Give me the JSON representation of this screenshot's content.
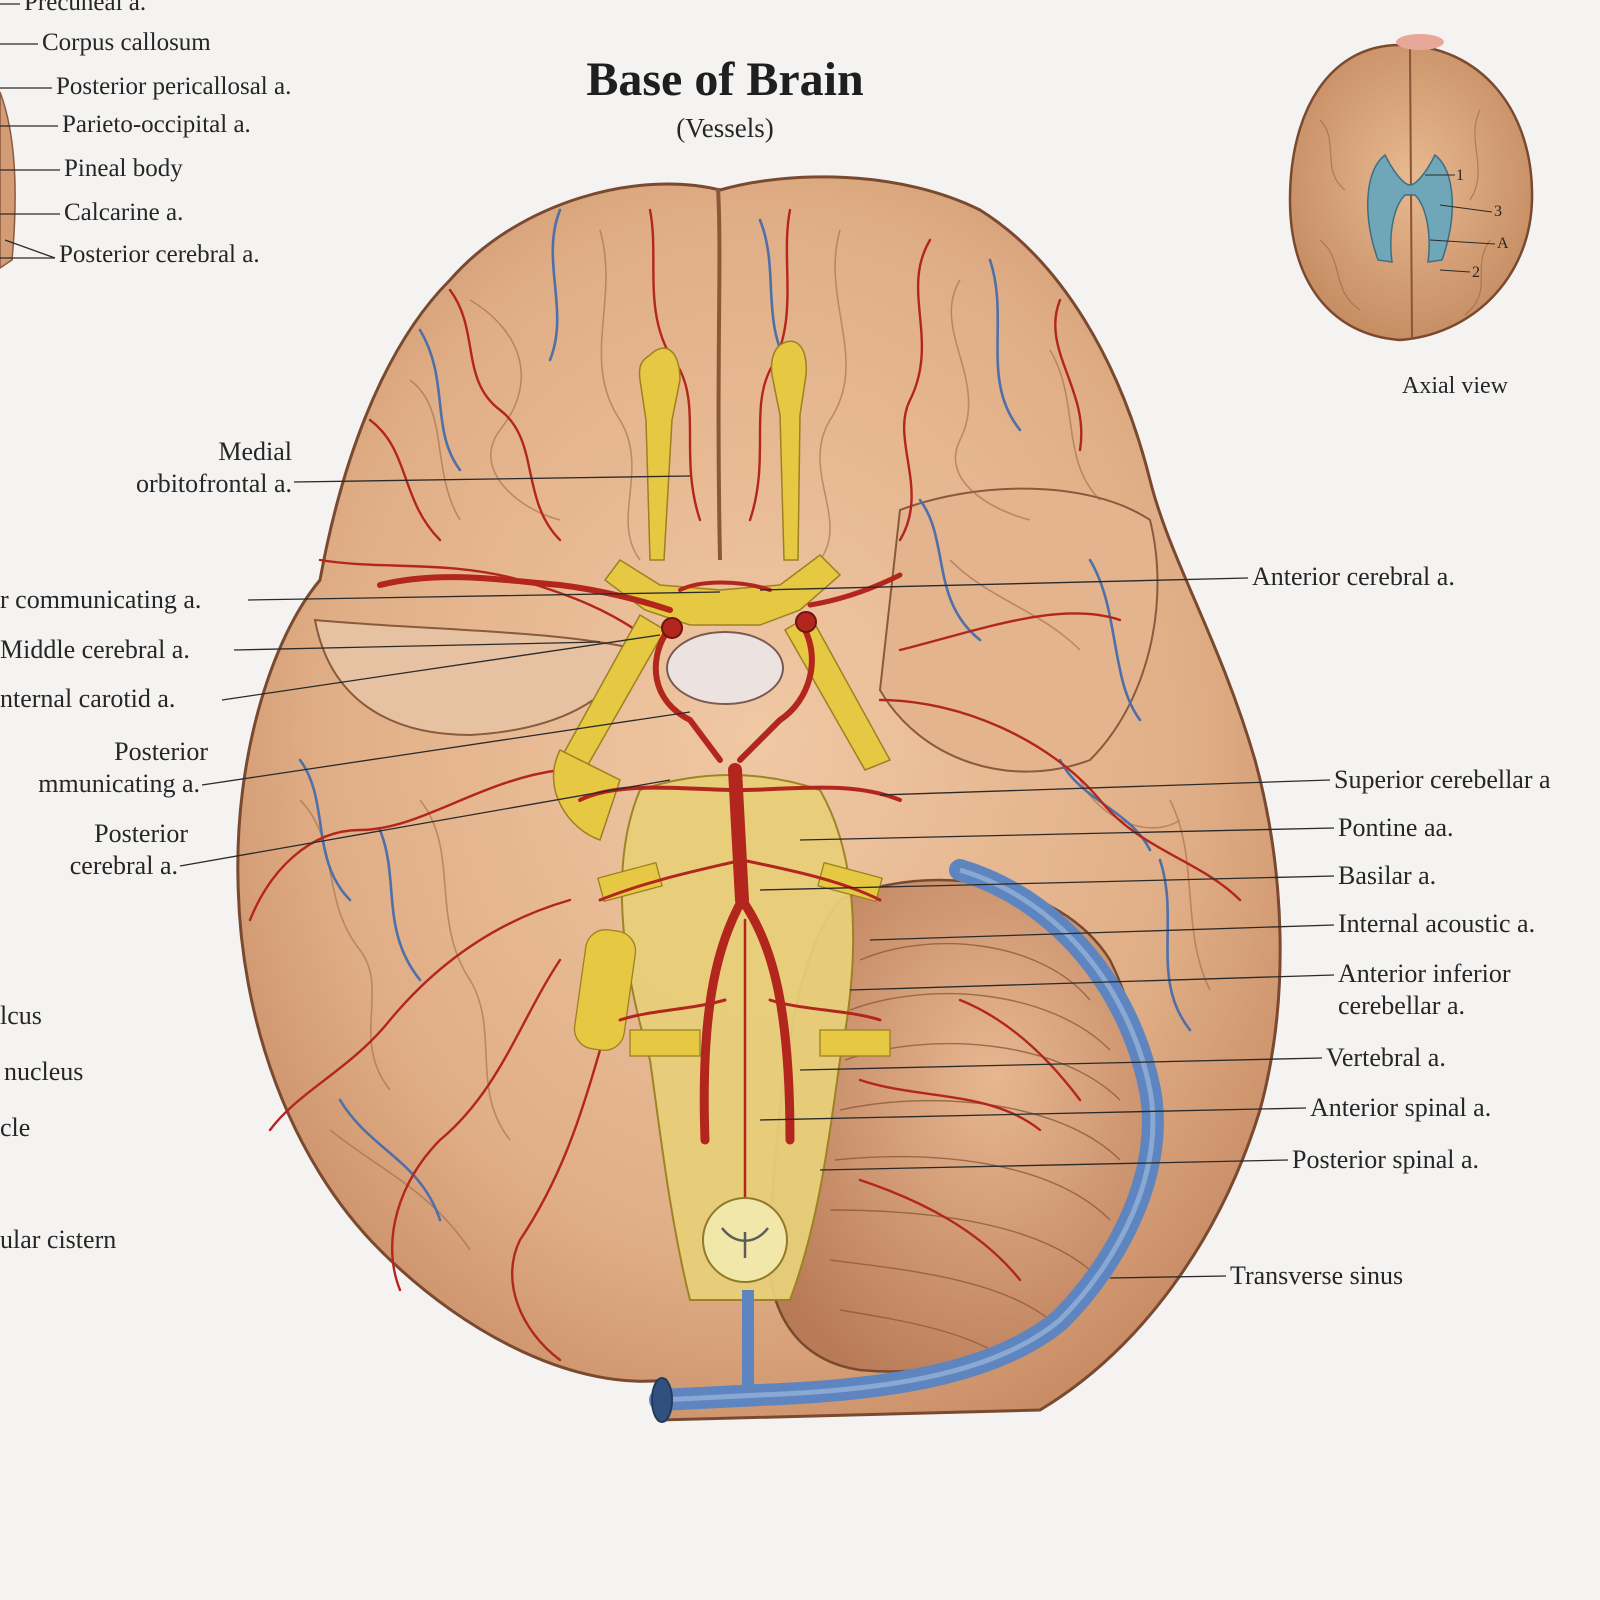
{
  "poster": {
    "title": "Base of Brain",
    "subtitle": "(Vessels)",
    "inset_caption": "Axial view",
    "inset_numbers": [
      "1",
      "3",
      "A",
      "2"
    ]
  },
  "labels_left_top": [
    "Precuneal a.",
    "Corpus callosum",
    "Posterior pericallosal a.",
    "Parieto-occipital a.",
    "Pineal body",
    "Calcarine a.",
    "Posterior cerebral a."
  ],
  "labels_left": [
    [
      "Medial",
      "orbitofrontal a."
    ],
    [
      "r communicating a."
    ],
    [
      "Middle cerebral a."
    ],
    [
      "nternal carotid a."
    ],
    [
      "Posterior",
      "mmunicating a."
    ],
    [
      "Posterior",
      "cerebral a."
    ]
  ],
  "labels_left_cut": [
    "lcus",
    "nucleus",
    "cle",
    "ular cistern"
  ],
  "labels_right": [
    [
      "Anterior cerebral a."
    ],
    [
      "Superior cerebellar a"
    ],
    [
      "Pontine aa."
    ],
    [
      "Basilar a."
    ],
    [
      "Internal acoustic a."
    ],
    [
      "Anterior inferior",
      "cerebellar a."
    ],
    [
      "Vertebral a."
    ],
    [
      "Anterior spinal a."
    ],
    [
      "Posterior spinal a."
    ],
    [
      "Transverse sinus"
    ]
  ],
  "colors": {
    "background": "#f4f3f1",
    "brain_tissue": "#e3b38d",
    "artery": "#b3261e",
    "vein": "#4f6fa8",
    "nerve": "#e6c843",
    "sinus": "#5e85bf"
  }
}
